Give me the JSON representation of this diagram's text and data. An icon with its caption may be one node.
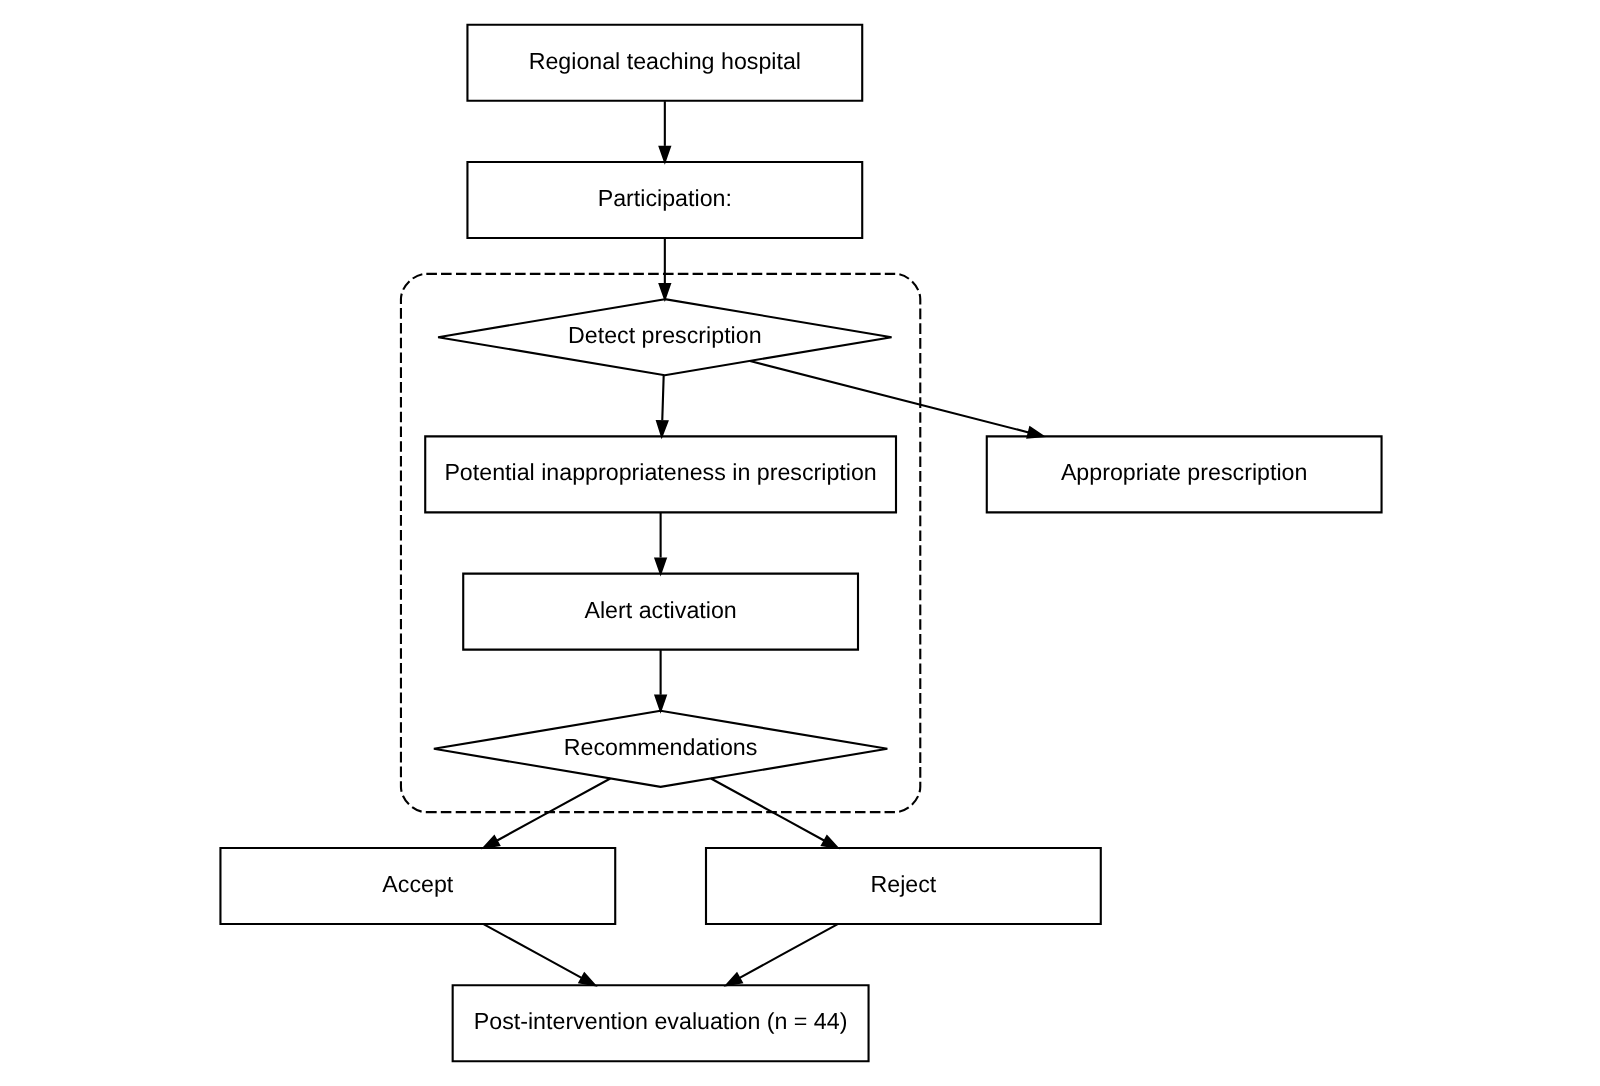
{
  "diagram": {
    "nodes": [
      {
        "text": [
          "Regional teaching hospital"
        ]
      },
      {
        "text": [
          "Participation:"
        ]
      },
      {
        "text": [],
        "shape": "box"
      },
      {
        "text": [
          "Detect prescription"
        ],
        "in": 2
      },
      {
        "text": [
          "Appropriate prescription"
        ]
      },
      {
        "text": [
          "Potential inappropriateness in prescription"
        ],
        "in": 2
      },
      {
        "text": [
          "Alert activation"
        ],
        "in": 2
      },
      {
        "text": [
          "Recommendations"
        ],
        "in": 2
      },
      {
        "text": [
          "Accept"
        ]
      },
      {
        "text": [
          "Reject"
        ]
      },
      {
        "text": [
          "Post-intervention evaluation (n = 44)"
        ]
      }
    ],
    "edges": [
      {
        "from": 0,
        "to": 1,
        "arrow": "to"
      },
      {
        "from": 1,
        "to": 3,
        "arrow": "to"
      },
      {
        "from": 3,
        "to": 4,
        "arrow": "to"
      },
      {
        "from": 3,
        "to": 5,
        "arrow": "to"
      },
      {
        "from": 5,
        "to": 6,
        "arrow": "to"
      },
      {
        "from": 6,
        "to": 7,
        "arrow": "to"
      },
      {
        "from": 7,
        "to": 8,
        "arrow": "to"
      },
      {
        "from": 7,
        "to": 9,
        "arrow": "to"
      },
      {
        "from": 8,
        "to": 10,
        "arrow": "to"
      },
      {
        "from": 9,
        "to": 10,
        "arrow": "to"
      }
    ]
  }
}
